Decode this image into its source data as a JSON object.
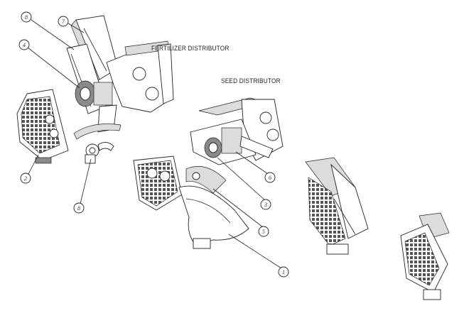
{
  "labels": {
    "fertilizer": "FERTILIZER DISTRIBUTOR",
    "seed": "SEED DISTRIBUTOR"
  },
  "callouts": [
    "8",
    "7",
    "4",
    "2",
    "8",
    "6",
    "3",
    "5",
    "1"
  ],
  "colors": {
    "line": "#222222",
    "shade": "#dcdcdc",
    "dark": "#8a8a8a",
    "background": "#ffffff"
  }
}
